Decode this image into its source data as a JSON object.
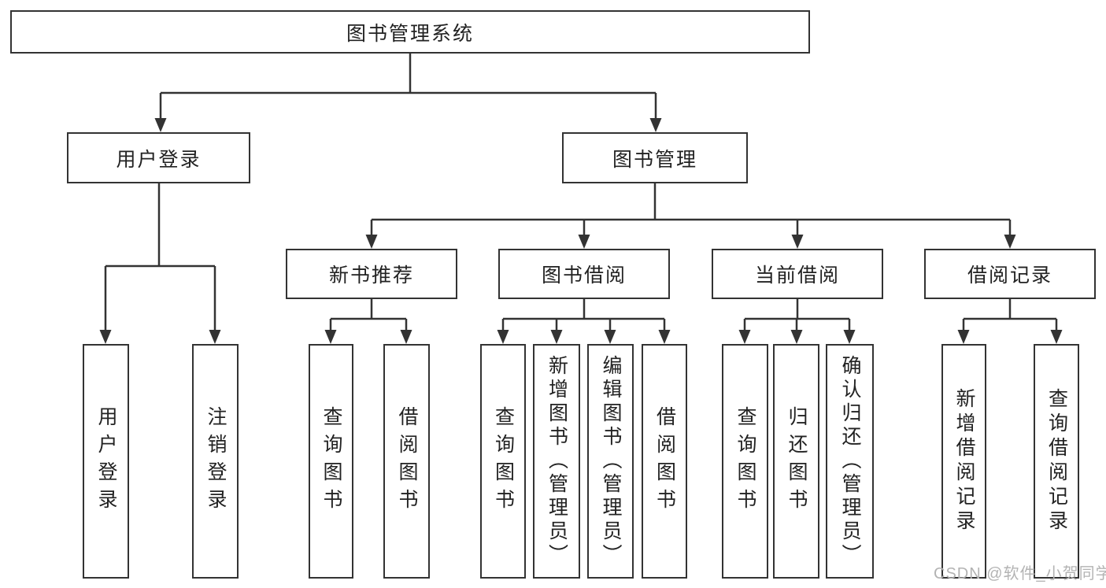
{
  "diagram_type": "hierarchy-tree",
  "colors": {
    "line": "#333333",
    "box_border": "#333333",
    "text": "#222222",
    "watermark": "#b3b3b3",
    "background": "#ffffff"
  },
  "tree": {
    "root": {
      "label": "图书管理系统"
    },
    "branches": [
      {
        "label": "用户登录",
        "children": [
          {
            "label": "用户登录"
          },
          {
            "label": "注销登录"
          }
        ]
      },
      {
        "label": "图书管理",
        "children": [
          {
            "label": "新书推荐",
            "children": [
              {
                "label": "查询图书"
              },
              {
                "label": "借阅图书"
              }
            ]
          },
          {
            "label": "图书借阅",
            "children": [
              {
                "label": "查询图书"
              },
              {
                "label": "新增图书（管理员）"
              },
              {
                "label": "编辑图书（管理员）"
              },
              {
                "label": "借阅图书"
              }
            ]
          },
          {
            "label": "当前借阅",
            "children": [
              {
                "label": "查询图书"
              },
              {
                "label": "归还图书"
              },
              {
                "label": "确认归还（管理员）"
              }
            ]
          },
          {
            "label": "借阅记录",
            "children": [
              {
                "label": "新增借阅记录"
              },
              {
                "label": "查询借阅记录"
              }
            ]
          }
        ]
      }
    ]
  },
  "watermark": {
    "text": "CSDN @软件_小贺同学"
  }
}
